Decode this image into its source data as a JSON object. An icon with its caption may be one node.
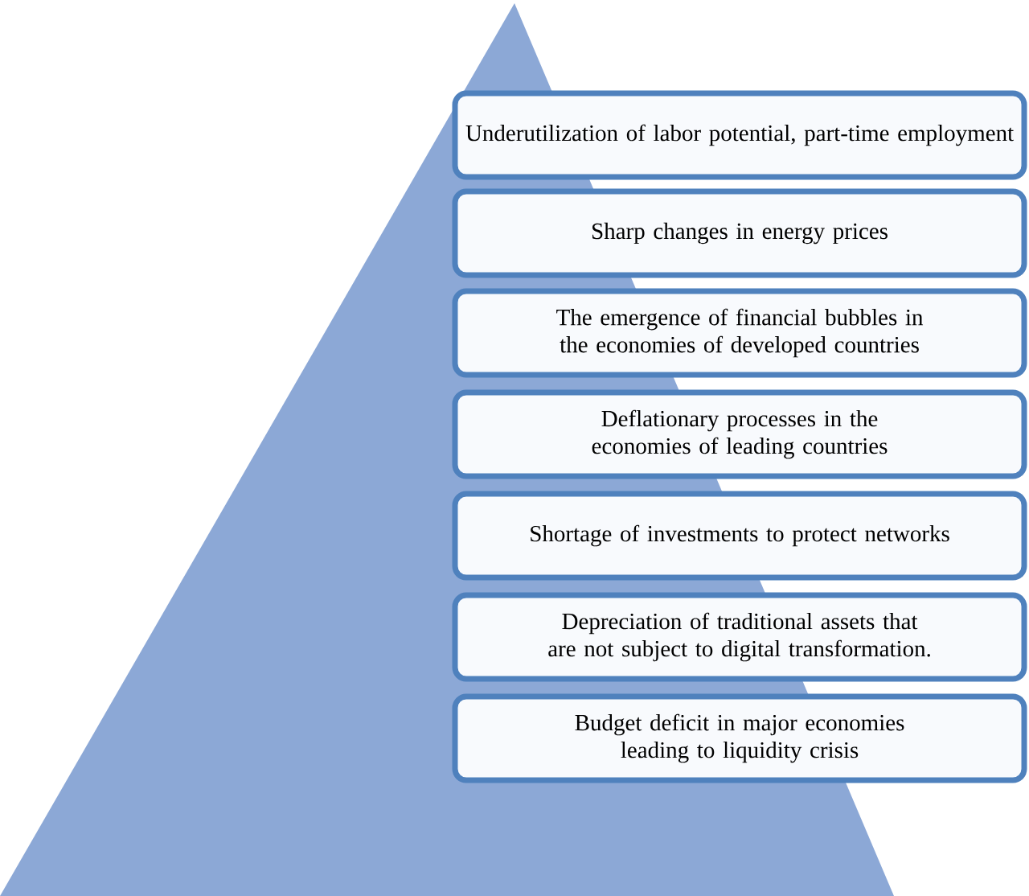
{
  "diagram": {
    "nodes": [
      {
        "text": [
          "Underutilization of labor potential, part-time employment"
        ]
      },
      {
        "text": [
          "Sharp changes in energy prices"
        ]
      },
      {
        "text": [
          "The emergence of financial bubbles in the economies of developed countries"
        ]
      },
      {
        "text": [
          "Deflationary processes in the economies of leading countries"
        ]
      },
      {
        "text": [
          "Shortage of investments to protect networks"
        ]
      },
      {
        "text": [
          "Depreciation of traditional assets that are not subject to digital transformation."
        ]
      },
      {
        "text": [
          "Budget deficit in major economies leading to liquidity crisis"
        ]
      }
    ]
  }
}
